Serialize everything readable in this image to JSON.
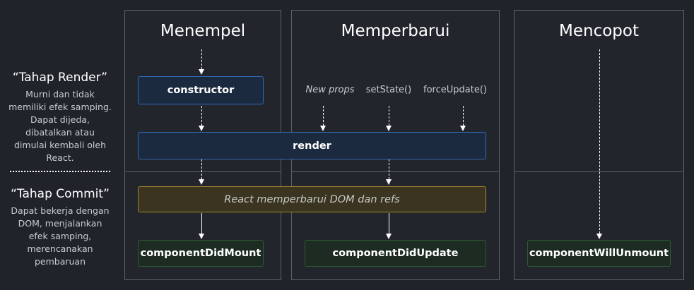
{
  "phases": {
    "render": {
      "title": "“Tahap Render”",
      "lines": [
        "Murni dan tidak",
        "memiliki efek samping.",
        "Dapat dijeda,",
        "dibatalkan atau",
        "dimulai kembali oleh",
        "React."
      ]
    },
    "commit": {
      "title": "“Tahap Commit”",
      "lines": [
        "Dapat bekerja dengan",
        "DOM, menjalankan",
        "efek samping,",
        "merencanakan",
        "pembaruan"
      ]
    }
  },
  "columns": {
    "mount": "Menempel",
    "update": "Memperbarui",
    "unmount": "Mencopot"
  },
  "triggers": {
    "new_props": "New props",
    "set_state": "setState()",
    "force_update": "forceUpdate()"
  },
  "methods": {
    "constructor": "constructor",
    "render": "render",
    "react_updates": "React memperbarui DOM dan refs",
    "did_mount": "componentDidMount",
    "did_update": "componentDidUpdate",
    "will_unmount": "componentWillUnmount"
  },
  "colors": {
    "background": "#20232a",
    "render_box_border": "#2f6ab8",
    "dom_box_border": "#a08830",
    "commit_box_border": "#2e5a33"
  }
}
